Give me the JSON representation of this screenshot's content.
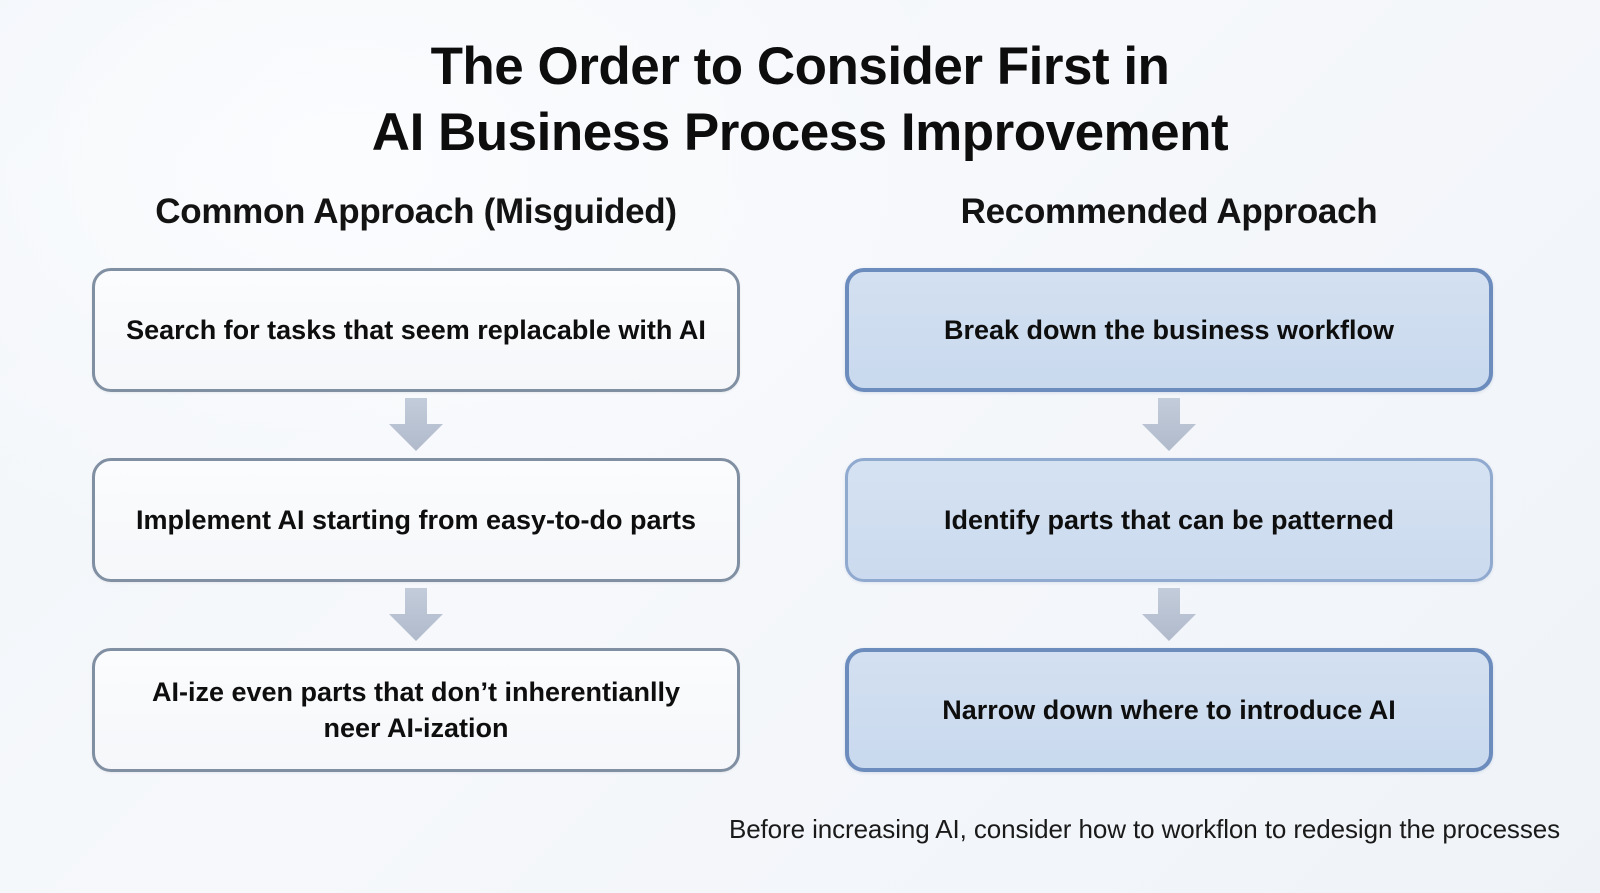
{
  "title": {
    "line1": "The Order to Consider First in",
    "line2": "AI Business Process Improvement"
  },
  "columns": {
    "left": {
      "heading": "Common Approach (Misguided)",
      "steps": [
        {
          "text": "Search for tasks that seem replacable with AI"
        },
        {
          "text": "Implement AI starting from easy-to-do parts"
        },
        {
          "text": "AI-ize even parts that don’t inherentianlly neer AI-ization"
        }
      ]
    },
    "right": {
      "heading": "Recommended Approach",
      "steps": [
        {
          "text": "Break down the business workflow"
        },
        {
          "text": "Identify parts that can be patterned"
        },
        {
          "text": "Narrow down where to introduce AI"
        }
      ]
    }
  },
  "footer": {
    "note": "Before increasing AI, consider how to workflon to redesign the processes"
  },
  "icons": {
    "arrow": "arrow-down-icon"
  },
  "colors": {
    "background": "#f4f7fa",
    "plain_border": "#808fa2",
    "plain_fill": "#f8fafc",
    "accent_border": "#6b8cbd",
    "accent_border_soft": "#90a9cf",
    "accent_fill": "#cfdcef",
    "arrow_fill": "#b9c2d2",
    "text": "#0e0e0e"
  }
}
